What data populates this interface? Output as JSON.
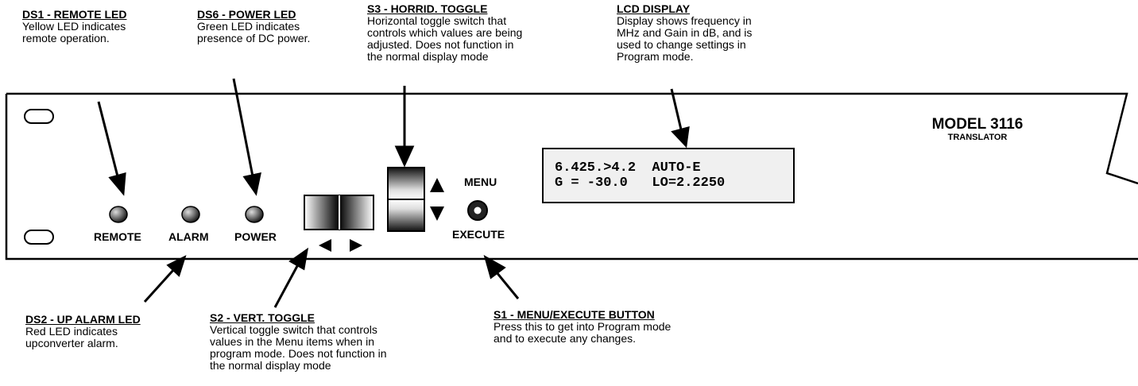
{
  "callouts": {
    "ds1": {
      "title": "DS1 - REMOTE LED",
      "desc": "Yellow LED indicates\nremote operation."
    },
    "ds6": {
      "title": "DS6 - POWER LED",
      "desc": "Green LED indicates\npresence of DC power."
    },
    "s3": {
      "title": "S3 - HORRID. TOGGLE",
      "desc": "Horizontal toggle switch that\ncontrols which values are being\nadjusted. Does not function in\nthe normal display mode"
    },
    "lcd": {
      "title": "LCD DISPLAY",
      "desc": "Display shows frequency in\nMHz and Gain in dB, and is\nused to change settings in\nProgram mode."
    },
    "ds2": {
      "title": "DS2 - UP ALARM LED",
      "desc": "Red LED indicates\nupconverter alarm."
    },
    "s2": {
      "title": "S2 - VERT. TOGGLE",
      "desc": "Vertical toggle switch that controls\nvalues in the Menu items when in\nprogram mode. Does not function in\nthe normal display mode"
    },
    "s1": {
      "title": "S1 - MENU/EXECUTE BUTTON",
      "desc": "Press this to get into Program mode\nand  to execute any changes."
    }
  },
  "panel": {
    "model": "MODEL 3116",
    "subtitle": "TRANSLATOR",
    "labels": {
      "remote": "REMOTE",
      "alarm": "ALARM",
      "power": "POWER",
      "menu": "MENU",
      "execute": "EXECUTE"
    },
    "lcd_lines": [
      "6.425.>4.2  AUTO-E",
      "G = -30.0   LO=2.2250"
    ]
  }
}
